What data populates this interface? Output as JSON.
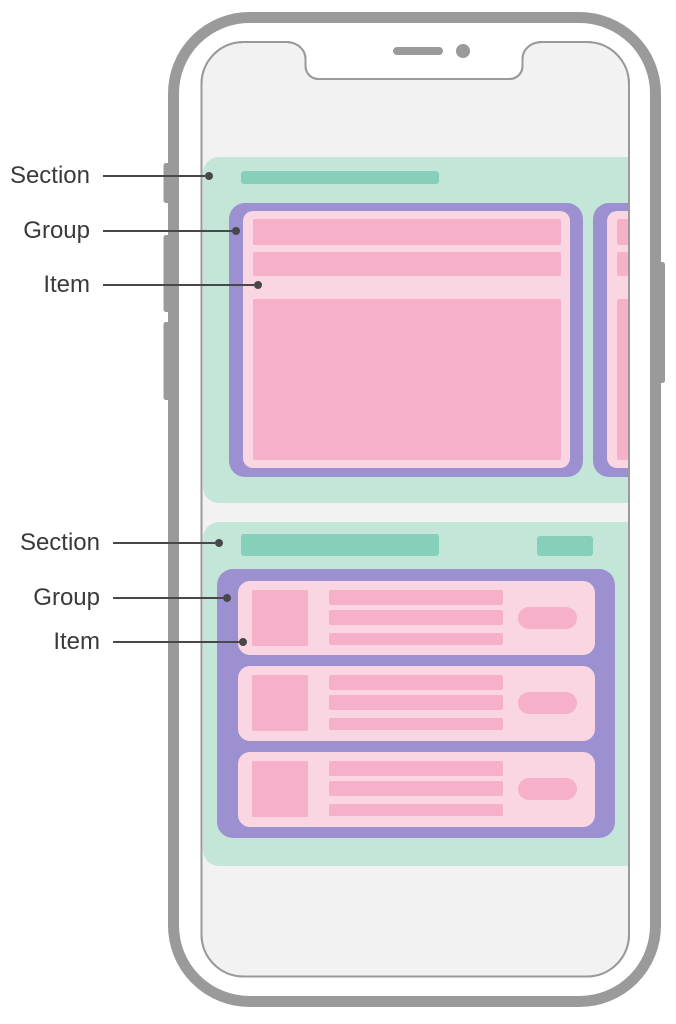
{
  "callouts": {
    "top": [
      {
        "label": "Section"
      },
      {
        "label": "Group"
      },
      {
        "label": "Item"
      }
    ],
    "bottom": [
      {
        "label": "Section"
      },
      {
        "label": "Group"
      },
      {
        "label": "Item"
      }
    ]
  },
  "colors": {
    "section_bg": "#c3e6d9",
    "section_title_bg": "#86cfbb",
    "group_bg": "#9c90d0",
    "item_bg": "#f9d6e2",
    "item_accent": "#f6b0c9",
    "phone_frame": "#9a9a9a",
    "screen_bg": "#f2f2f3",
    "bezel_bg": "#ffffff",
    "callout_line": "#48484a",
    "label_text": "#3a3a3c"
  }
}
